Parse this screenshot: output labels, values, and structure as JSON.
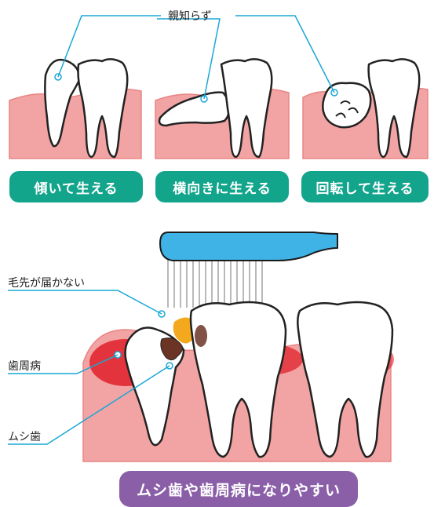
{
  "top": {
    "wisdom_label": "親知らず",
    "panels": [
      {
        "caption": "傾いて生える"
      },
      {
        "caption": "横向きに生える"
      },
      {
        "caption": "回転して生える"
      }
    ]
  },
  "bottom": {
    "labels": {
      "bristles": "毛先が届かない",
      "periodontal": "歯周病",
      "caries": "ムシ歯"
    },
    "banner": "ムシ歯や歯周病になりやすい"
  },
  "colors": {
    "gum": "#f2a3a3",
    "gum_edge": "#e98585",
    "inflamed": "#e0202a",
    "line": "#1aa7d6",
    "tooth_outline": "#222222",
    "green": "#13a48c",
    "purple": "#8a5fa8",
    "brush": "#3fb3e6",
    "bristle": "#b9b9b9",
    "plaque": "#f4a81e",
    "decay": "#6b3424"
  }
}
